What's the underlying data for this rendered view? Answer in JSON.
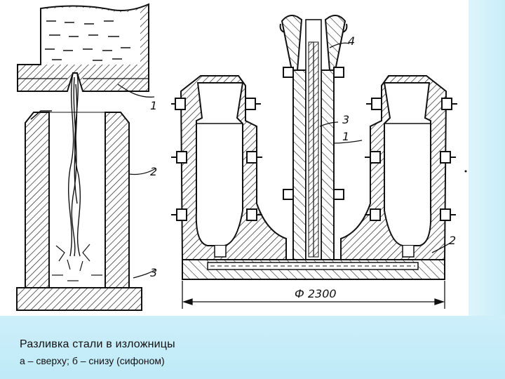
{
  "diagram": {
    "callouts_top": {
      "label_1": "1",
      "label_2": "2",
      "label_3": "3"
    },
    "callouts_bottom": {
      "label_1": "1",
      "label_2": "2",
      "label_3": "3",
      "label_4": "4"
    },
    "dimension": "Ф 2300"
  },
  "caption": {
    "title": "Разливка стали в изложницы",
    "subtitle": "а – сверху; б – снизу (сифоном)"
  },
  "colors": {
    "caption_background": "#c6ecf9",
    "line": "#111111"
  }
}
